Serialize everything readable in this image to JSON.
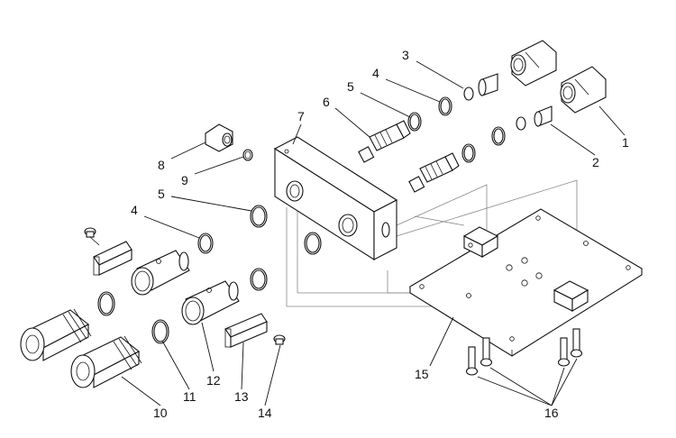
{
  "diagram": {
    "callouts": [
      {
        "id": "callout-1",
        "label": "1"
      },
      {
        "id": "callout-2",
        "label": "2"
      },
      {
        "id": "callout-3",
        "label": "3"
      },
      {
        "id": "callout-4-top",
        "label": "4"
      },
      {
        "id": "callout-5-top",
        "label": "5"
      },
      {
        "id": "callout-6",
        "label": "6"
      },
      {
        "id": "callout-7",
        "label": "7"
      },
      {
        "id": "callout-8",
        "label": "8"
      },
      {
        "id": "callout-9",
        "label": "9"
      },
      {
        "id": "callout-5-left",
        "label": "5"
      },
      {
        "id": "callout-4-left",
        "label": "4"
      },
      {
        "id": "callout-10",
        "label": "10"
      },
      {
        "id": "callout-11",
        "label": "11"
      },
      {
        "id": "callout-12",
        "label": "12"
      },
      {
        "id": "callout-13",
        "label": "13"
      },
      {
        "id": "callout-14",
        "label": "14"
      },
      {
        "id": "callout-15",
        "label": "15"
      },
      {
        "id": "callout-16",
        "label": "16"
      }
    ]
  }
}
